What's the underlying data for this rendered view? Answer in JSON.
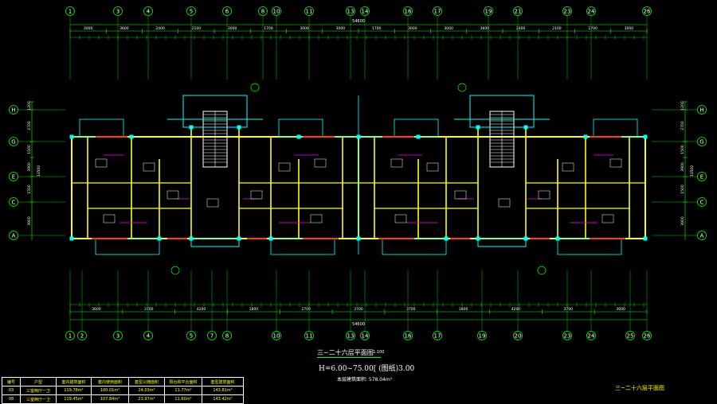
{
  "grid_top": [
    "1",
    "3",
    "4",
    "5",
    "6",
    "8",
    "10",
    "11",
    "13",
    "14",
    "16",
    "17",
    "19",
    "21",
    "23",
    "24",
    "26"
  ],
  "grid_bottom": [
    "1",
    "2",
    "3",
    "4",
    "5",
    "7",
    "8",
    "10",
    "11",
    "13",
    "14",
    "16",
    "17",
    "19",
    "20",
    "23",
    "24",
    "25",
    "26"
  ],
  "grid_rows": [
    "H",
    "G",
    "E",
    "C",
    "A"
  ],
  "dims": {
    "top_overall": "54600",
    "top_groups": [
      "3000",
      "3600",
      "2400",
      "2100",
      "3000",
      "1700",
      "3000",
      "3000",
      "1700",
      "3000",
      "3000",
      "3600",
      "2400",
      "2100",
      "1700",
      "3000"
    ],
    "bottom_overall": "54600",
    "bottom_groups": [
      "3600",
      "3700",
      "4200",
      "1800",
      "2700",
      "3700",
      "3700",
      "1800",
      "4200",
      "3700",
      "3600"
    ],
    "left_rows": [
      "1200",
      "2700",
      "1500",
      "3900",
      "1500",
      "3900"
    ],
    "left_total": "13500",
    "right_rows": [
      "1200",
      "2700",
      "1500",
      "3900",
      "1500",
      "3900"
    ],
    "right_total": "13500"
  },
  "title": {
    "main": "三~二十六层平面图",
    "scale": "1:100",
    "formula": "H=6.00~75.00[ (图纸)3.00",
    "area": "本层建筑面积: 578.04m²"
  },
  "right_title": "三~二十六层平面图",
  "area_table": {
    "headers": [
      "编号",
      "户型",
      "套内建筑面积",
      "套内使用面积",
      "套型公摊面积",
      "阳台和平台面积",
      "套型建筑面积"
    ],
    "rows": [
      [
        "03",
        "三室两厅一卫",
        "119.78m²",
        "100.01m²",
        "24.03m²",
        "11.77m²",
        "143.81m²"
      ],
      [
        "08",
        "三室两厅一卫",
        "119.45m²",
        "107.84m²",
        "23.97m²",
        "11.60m²",
        "143.42m²"
      ]
    ]
  },
  "colors": {
    "background": "#000000",
    "axis_line": "#00ff00",
    "wall": "#ffff00",
    "structure": "#00ffff",
    "annotation": "#ff00ff",
    "window": "#ff0000",
    "text": "#ffffff"
  }
}
